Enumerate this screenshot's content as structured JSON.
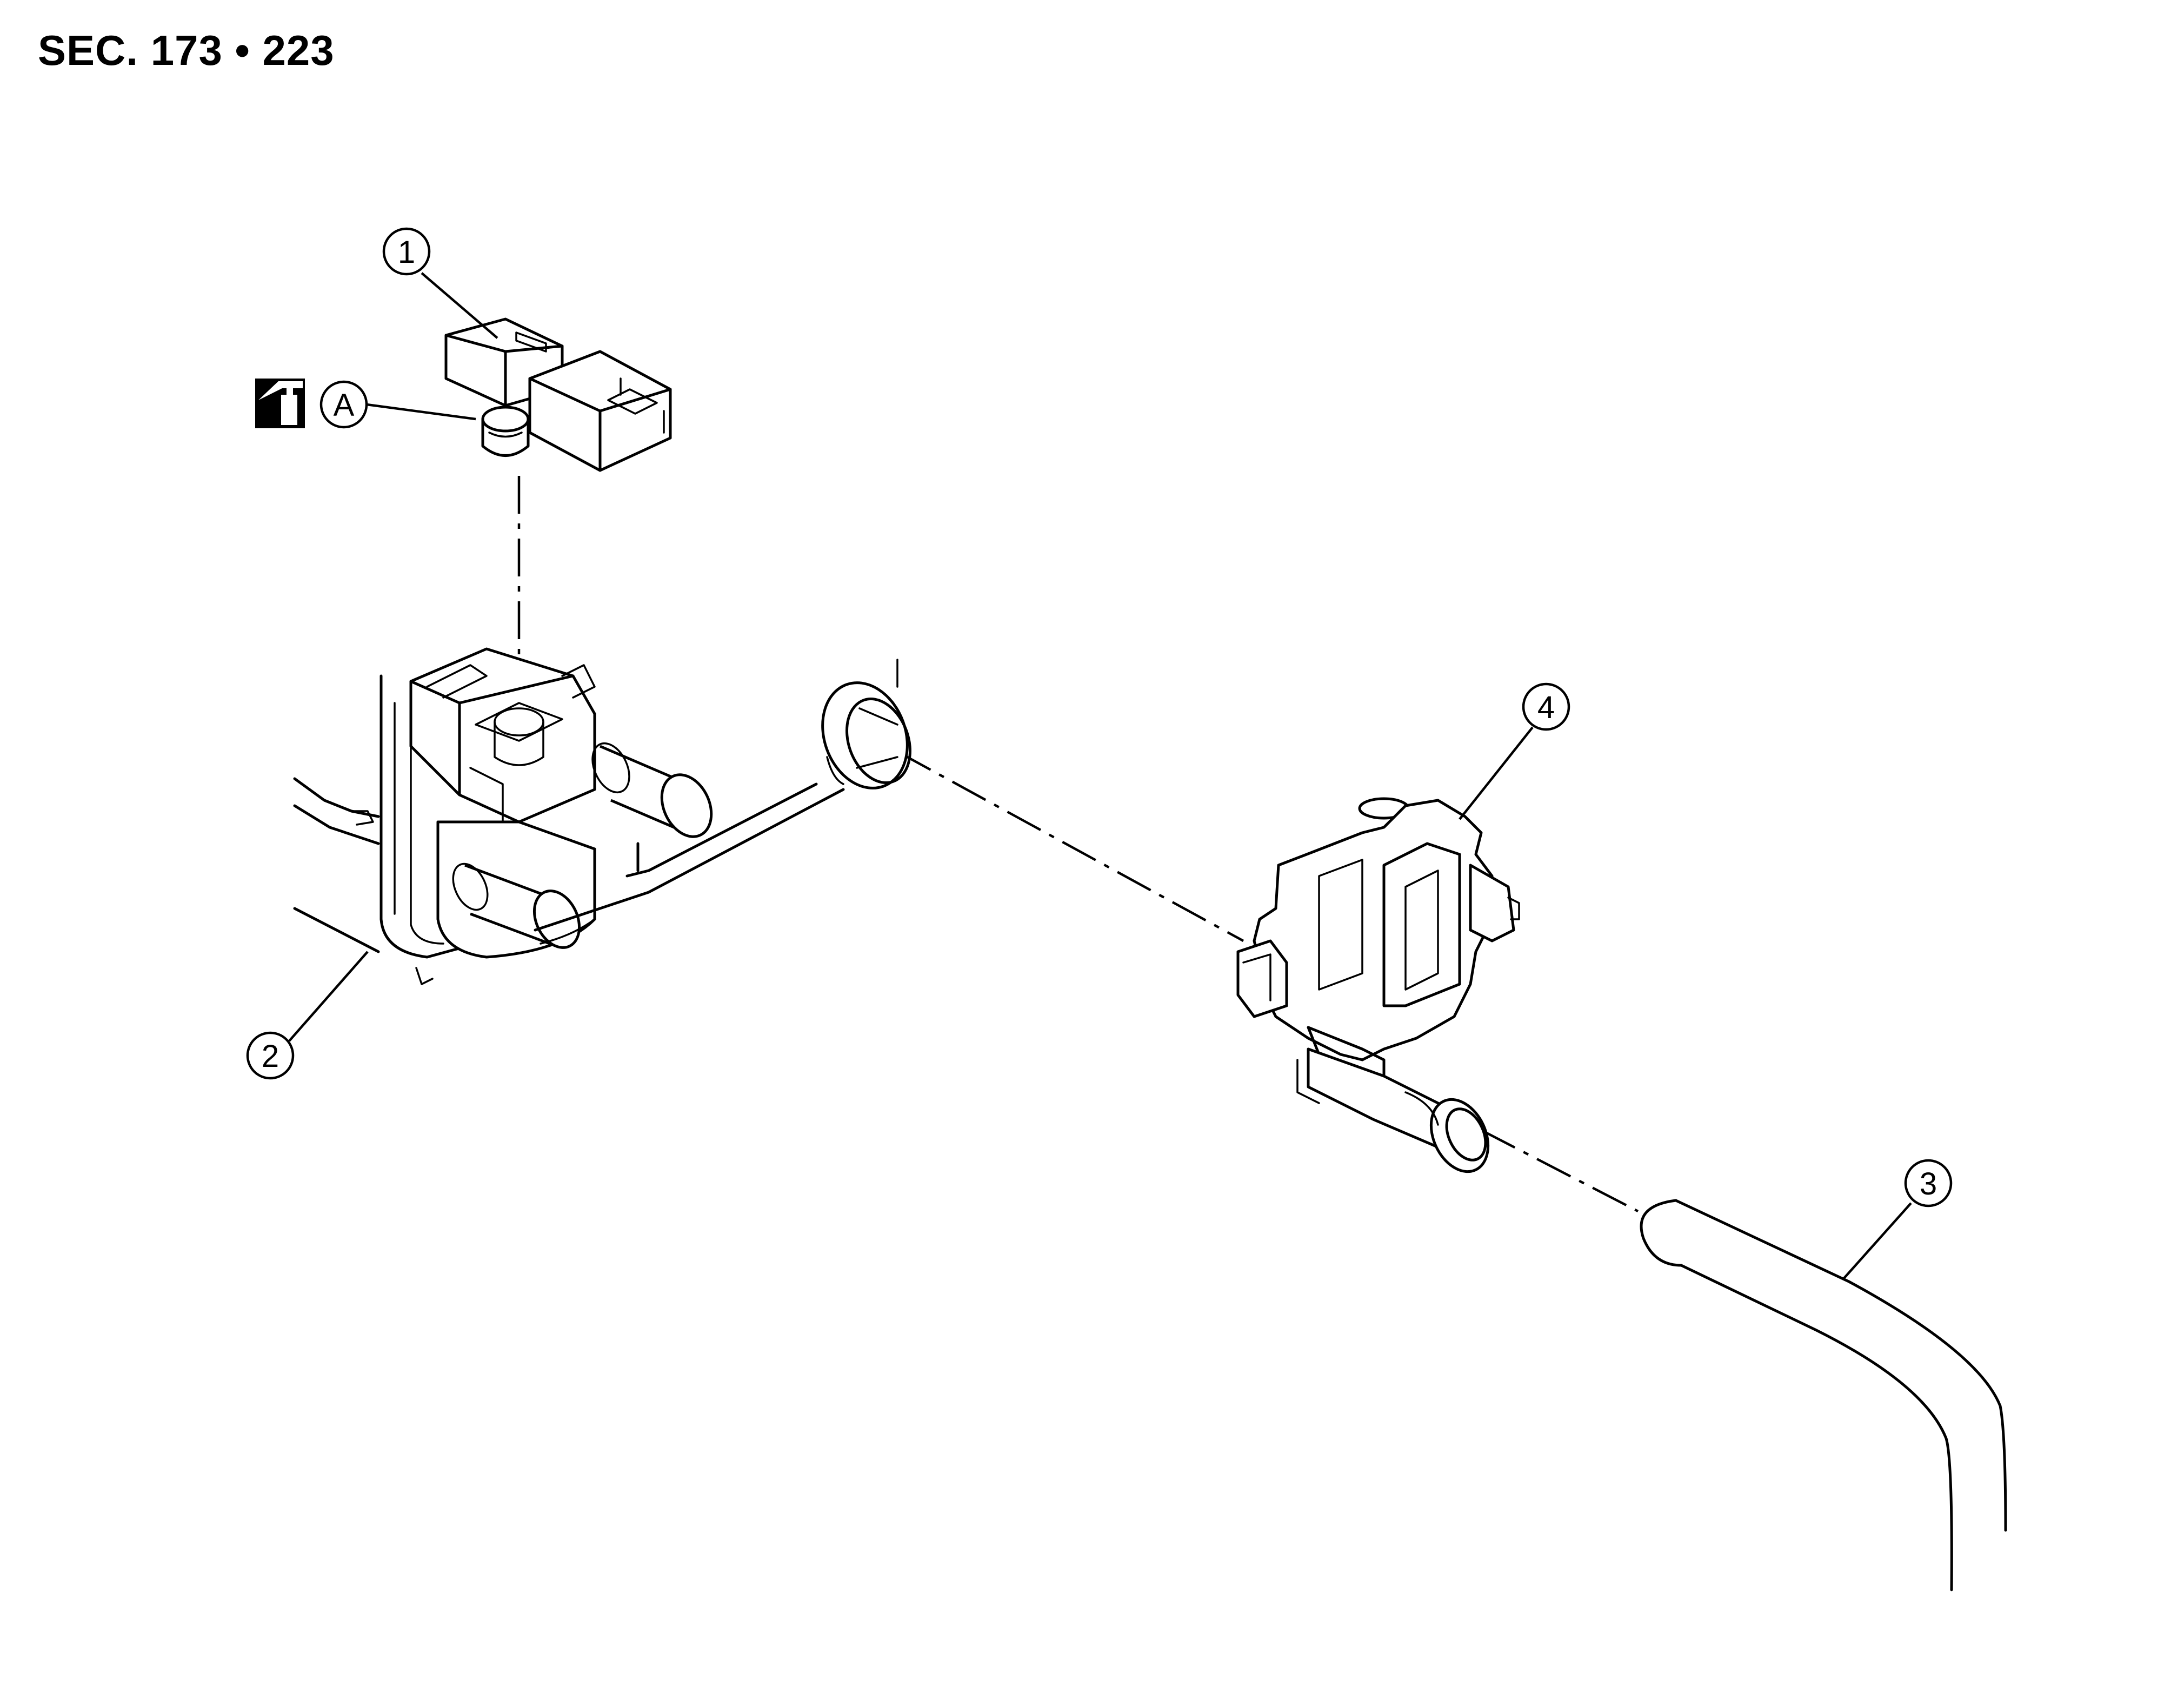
{
  "header": {
    "section_ref": "SEC. 173 • 223"
  },
  "callouts": {
    "part_1": "1",
    "part_2": "2",
    "part_3": "3",
    "part_4": "4",
    "label_a": "A"
  },
  "icons": {
    "lubricant": "grease-application-icon"
  }
}
